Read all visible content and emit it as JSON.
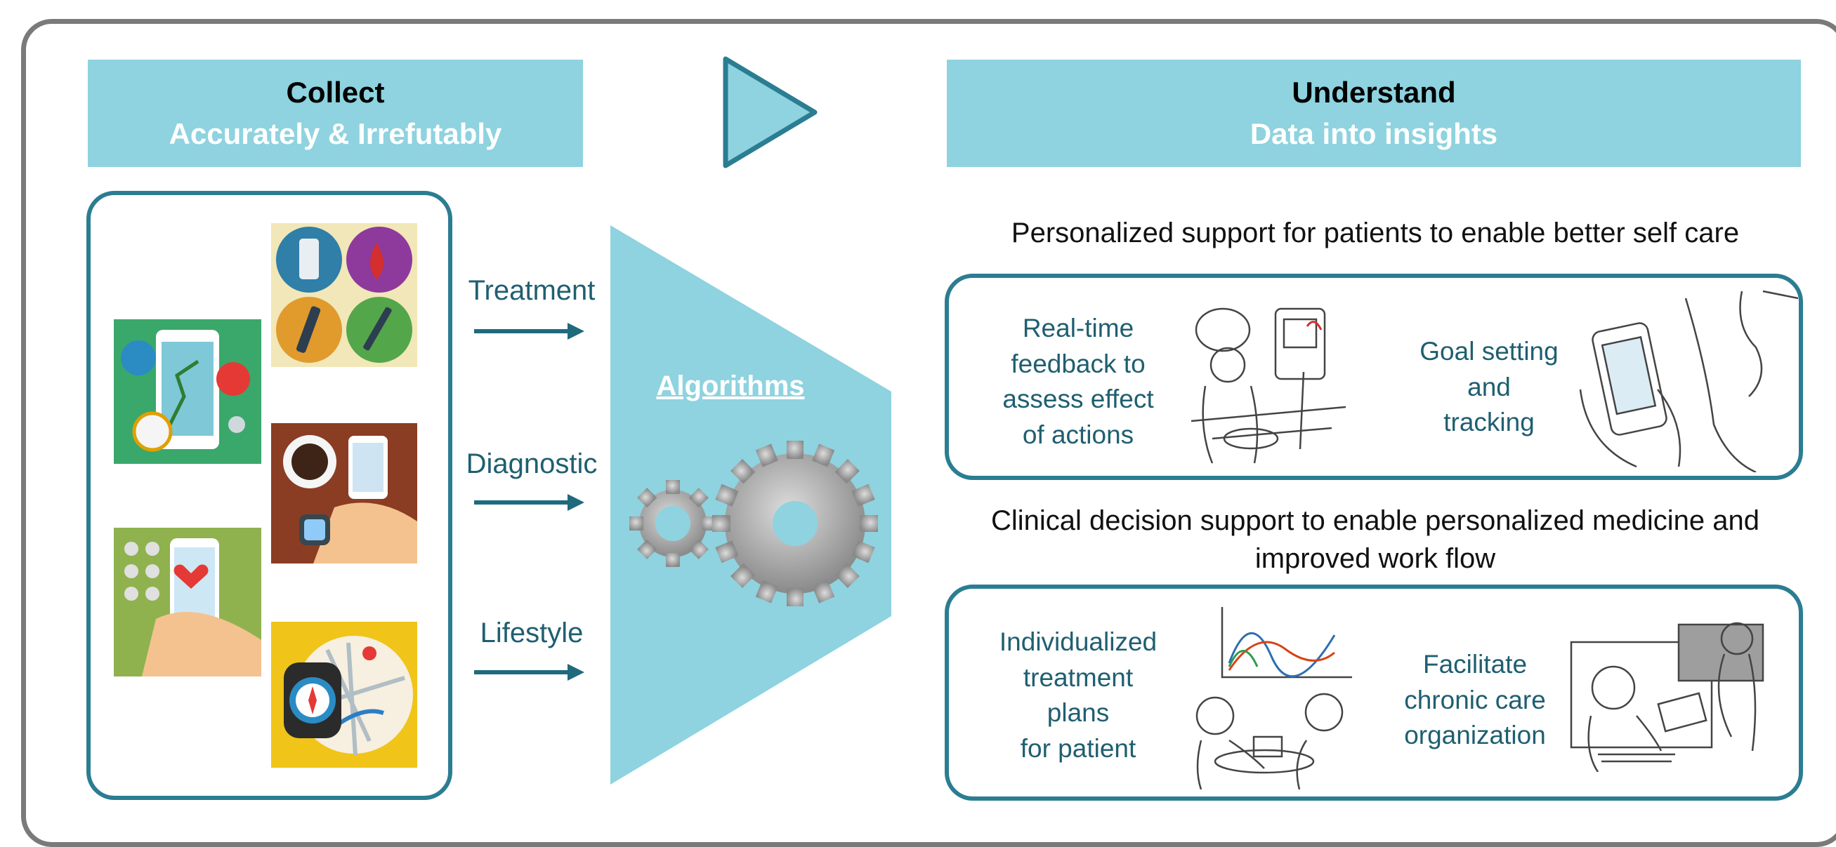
{
  "collect": {
    "title": "Collect",
    "subtitle": "Accurately & Irrefutably"
  },
  "understand": {
    "title": "Understand",
    "subtitle": "Data into insights"
  },
  "categories": [
    "Treatment",
    "Diagnostic",
    "Lifestyle"
  ],
  "algorithms_label": "Algorithms",
  "patient_support": {
    "heading": "Personalized support for patients to enable better self care",
    "items": [
      "Real-time\nfeedback to\nassess effect\nof actions",
      "Goal setting\nand\ntracking"
    ]
  },
  "clinical_support": {
    "heading": "Clinical decision support to enable personalized medicine and improved work flow",
    "items": [
      "Individualized\ntreatment\nplans\nfor patient",
      "Facilitate\nchronic care\norganization"
    ]
  },
  "colors": {
    "banner": "#8ed3df",
    "accent": "#2b7d92",
    "text_teal": "#1f5f70",
    "frame": "#7a7a7a",
    "gear": "#9a9a9a"
  },
  "icons": [
    "fitness-app-icon",
    "diabetes-devices-icon",
    "smartwatch-coffee-icon",
    "health-app-hand-icon",
    "compass-watch-map-icon",
    "gears-icon",
    "play-arrow-icon"
  ]
}
